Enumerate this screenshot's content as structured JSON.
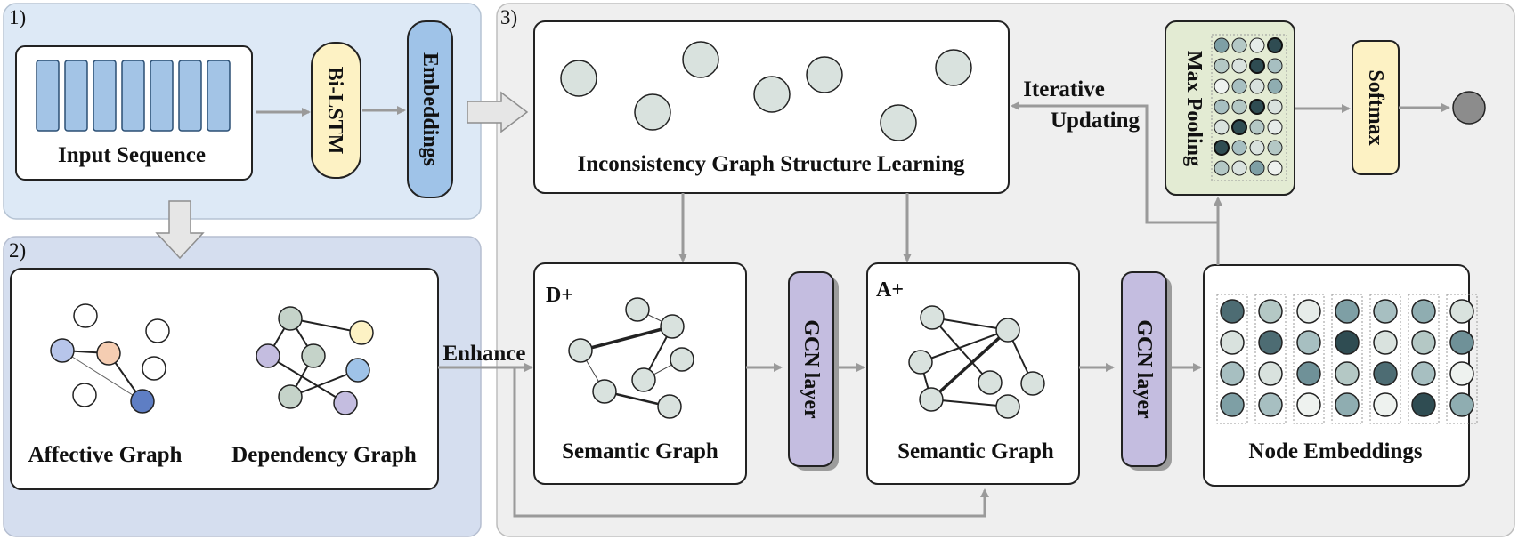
{
  "panels": {
    "p1": "1)",
    "p2": "2)",
    "p3": "3)"
  },
  "labels": {
    "input_sequence": "Input Sequence",
    "bilstm": "Bi-LSTM",
    "embeddings": "Embeddings",
    "affective_graph": "Affective Graph",
    "dependency_graph": "Dependency Graph",
    "enhance": "Enhance",
    "igsl": "Inconsistency Graph Structure Learning",
    "iterative": "Iterative",
    "updating": "Updating",
    "max_pooling": "Max Pooling",
    "softmax": "Softmax",
    "d_plus": "D+",
    "a_plus": "A+",
    "semantic_graph_1": "Semantic Graph",
    "semantic_graph_2": "Semantic Graph",
    "gcn_layer_1": "GCN layer",
    "gcn_layer_2": "GCN layer",
    "node_embeddings": "Node Embeddings"
  },
  "colors": {
    "panel1_bg": "#dde9f6",
    "panel2_bg": "#d5deef",
    "panel3_bg": "#efefef",
    "token_blue": "#a3c4e6",
    "bilstm_yellow": "#fdf2c4",
    "embed_blue": "#9fc3e8",
    "gcn_purple": "#c4bde0",
    "maxpool_green": "#e3ebd3",
    "softmax_yellow": "#fdf2c4",
    "node_gray": "#d9e2de",
    "output_dot": "#8c8c8c"
  }
}
